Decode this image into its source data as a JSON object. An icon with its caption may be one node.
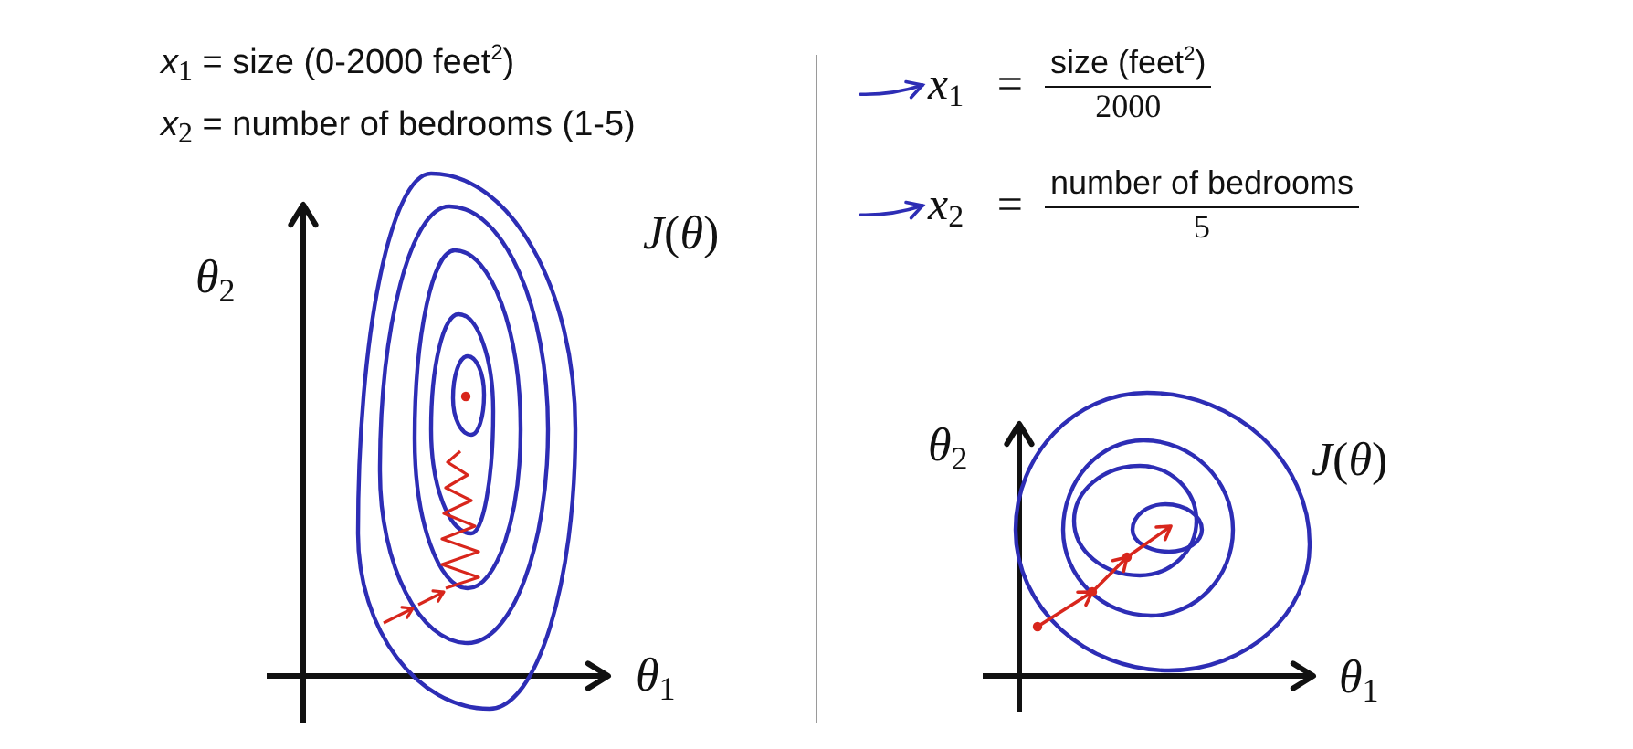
{
  "diagram": {
    "nodes": [
      {
        "text": [
          "*x*$_{1}$ =",
          "size (feet$^{2}$)",
          "2000"
        ]
      },
      {
        "text": [
          "*x*$_{2}$ =",
          "number of bedrooms",
          "5"
        ]
      }
    ],
    "edges": [
      {
        "from": null,
        "to": 0,
        "arrow": "to"
      },
      {
        "from": null,
        "to": 1,
        "arrow": "to"
      }
    ],
    "labels": [
      "*x*$_{1}$ = size (0-2000 feet$^{2}$)",
      "*x*$_{2}$ = number of bedrooms (1-5)",
      "*θ*$_{2}$",
      "*J*(*θ*)",
      "*θ*$_{1}$",
      "*θ*$_{2}$",
      "*J*(*θ*)",
      "*θ*$_{1}$"
    ]
  }
}
